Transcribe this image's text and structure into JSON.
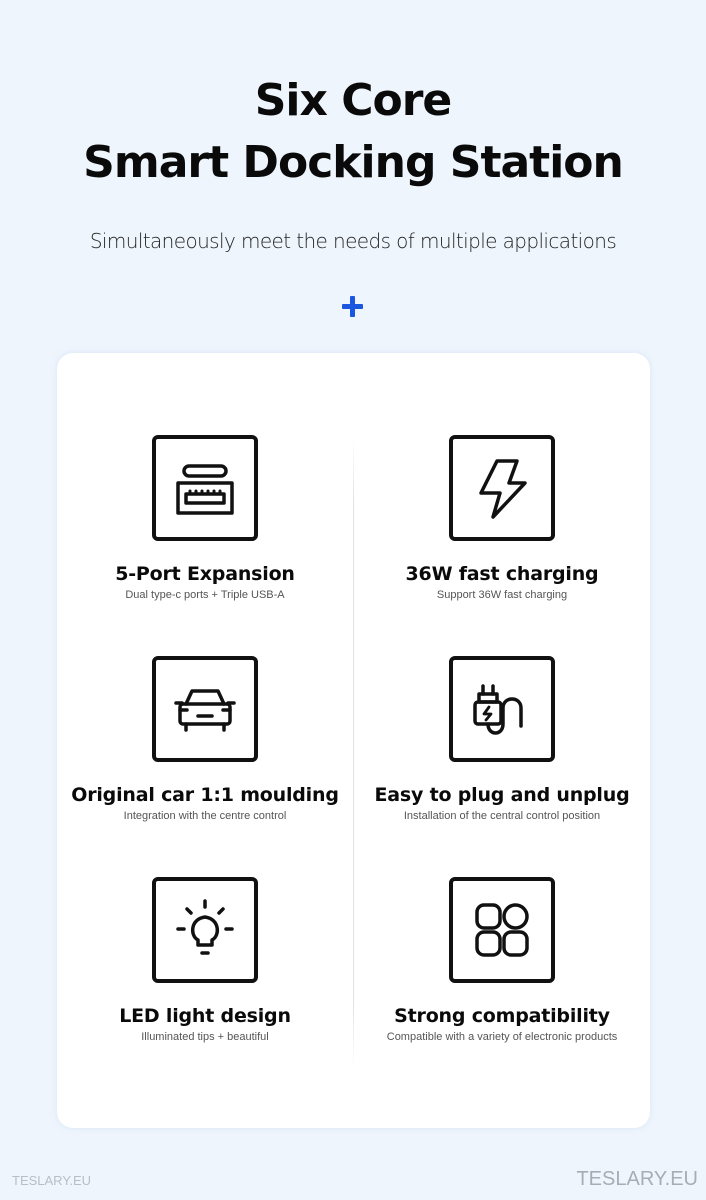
{
  "header": {
    "title_line1": "Six Core",
    "title_line2": "Smart Docking Station",
    "subtitle": "Simultaneously meet the needs of multiple applications",
    "divider_icon": "plus-icon",
    "accent_color": "#1a56e0"
  },
  "features": [
    {
      "icon": "usb-ports-icon",
      "title": "5-Port Expansion",
      "description": "Dual type-c ports + Triple USB-A"
    },
    {
      "icon": "lightning-bolt-icon",
      "title": "36W fast charging",
      "description": "Support 36W fast charging"
    },
    {
      "icon": "car-front-icon",
      "title": "Original car 1:1 moulding",
      "description": "Integration with the centre control"
    },
    {
      "icon": "plug-cable-icon",
      "title": "Easy to plug and unplug",
      "description": "Installation of the central control position"
    },
    {
      "icon": "light-bulb-icon",
      "title": "LED light design",
      "description": "Illuminated tips + beautiful"
    },
    {
      "icon": "app-grid-icon",
      "title": "Strong compatibility",
      "description": "Compatible with a variety of electronic products"
    }
  ],
  "watermarks": {
    "left": "TESLARY.EU",
    "right": "TESLARY.EU"
  }
}
